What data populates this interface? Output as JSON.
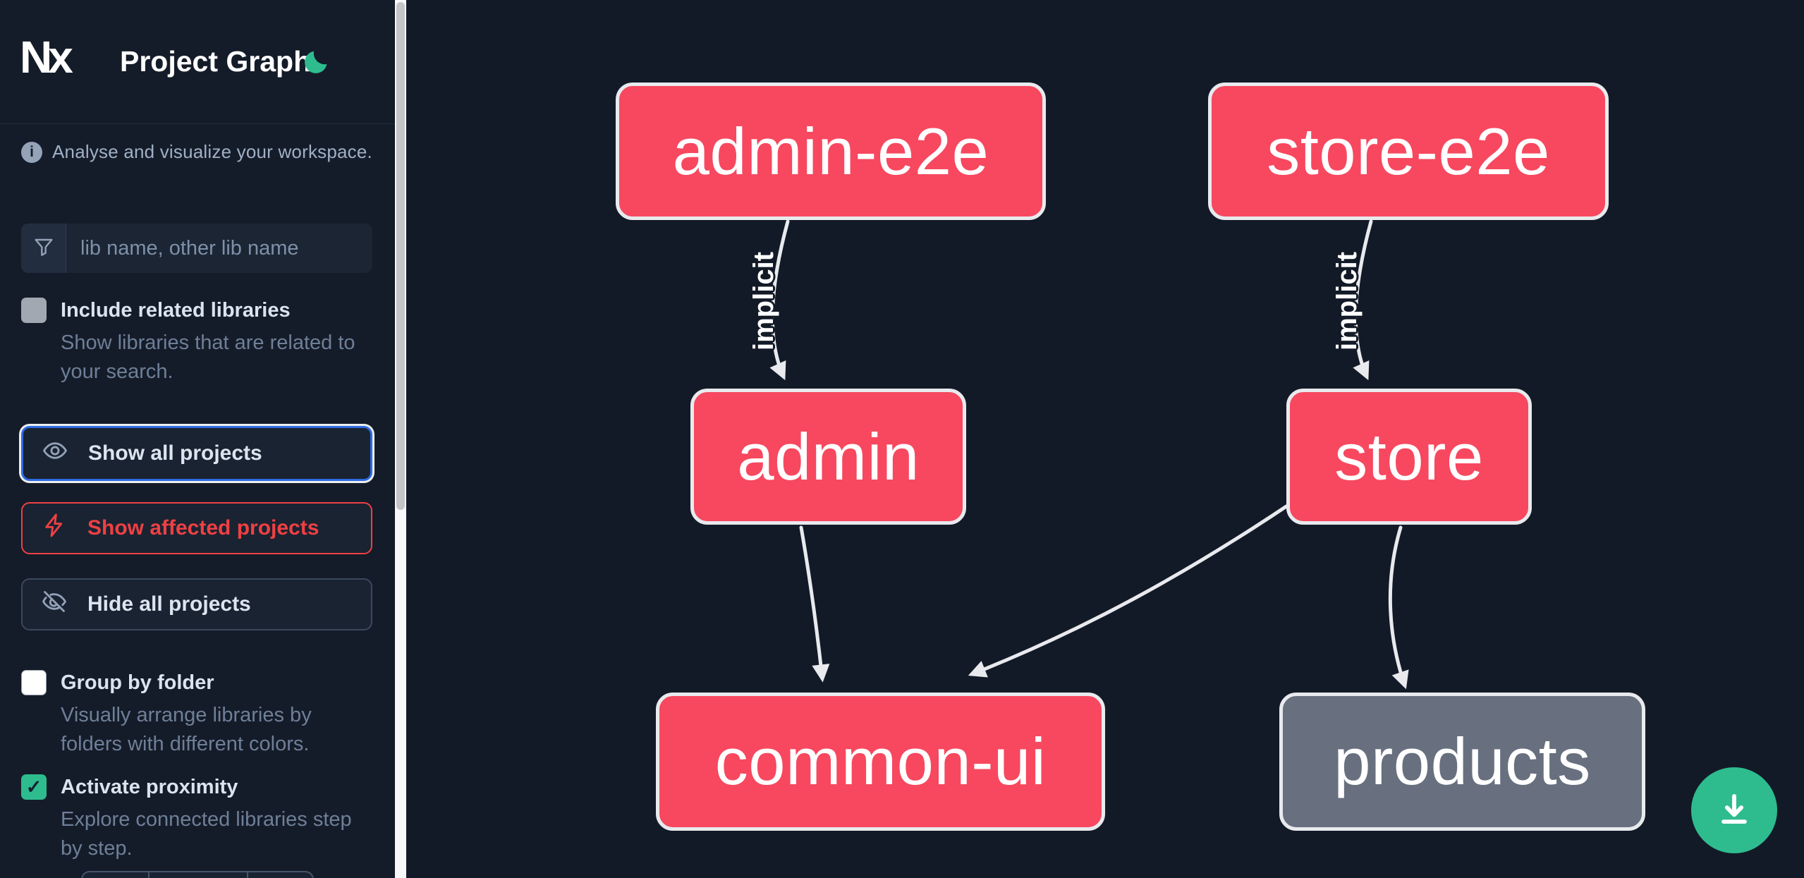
{
  "header": {
    "brand": "Nx",
    "title": "Project Graph"
  },
  "sidebar": {
    "tagline": "Analyse and visualize your workspace.",
    "search_placeholder": "lib name, other lib name",
    "include_related": {
      "label": "Include related libraries",
      "desc": "Show libraries that are related to your search.",
      "checked": false
    },
    "actions": {
      "show_all": "Show all projects",
      "show_affected": "Show affected projects",
      "hide_all": "Hide all projects"
    },
    "group_by_folder": {
      "label": "Group by folder",
      "desc": "Visually arrange libraries by folders with different colors.",
      "checked": false
    },
    "activate_proximity": {
      "label": "Activate proximity",
      "desc": "Explore connected libraries step by step.",
      "checked": true
    }
  },
  "graph": {
    "nodes": [
      {
        "label": "admin-e2e",
        "color": "pink"
      },
      {
        "label": "store-e2e",
        "color": "pink"
      },
      {
        "label": "admin",
        "color": "pink"
      },
      {
        "label": "store",
        "color": "pink"
      },
      {
        "label": "common-ui",
        "color": "pink"
      },
      {
        "label": "products",
        "color": "gray"
      }
    ],
    "edges": [
      {
        "from": "admin-e2e",
        "to": "admin",
        "label": "implicit"
      },
      {
        "from": "store-e2e",
        "to": "store",
        "label": "implicit"
      },
      {
        "from": "admin",
        "to": "common-ui",
        "label": ""
      },
      {
        "from": "store",
        "to": "common-ui",
        "label": ""
      },
      {
        "from": "store",
        "to": "products",
        "label": ""
      }
    ]
  },
  "icons": {
    "check": "✓",
    "info": "i"
  },
  "colors": {
    "node_pink": "#f7485f",
    "node_gray": "#68707f",
    "accent_teal": "#2ebc8f",
    "focus_blue": "#2e6be0",
    "affected_red": "#ef4043",
    "background": "#131a27"
  }
}
